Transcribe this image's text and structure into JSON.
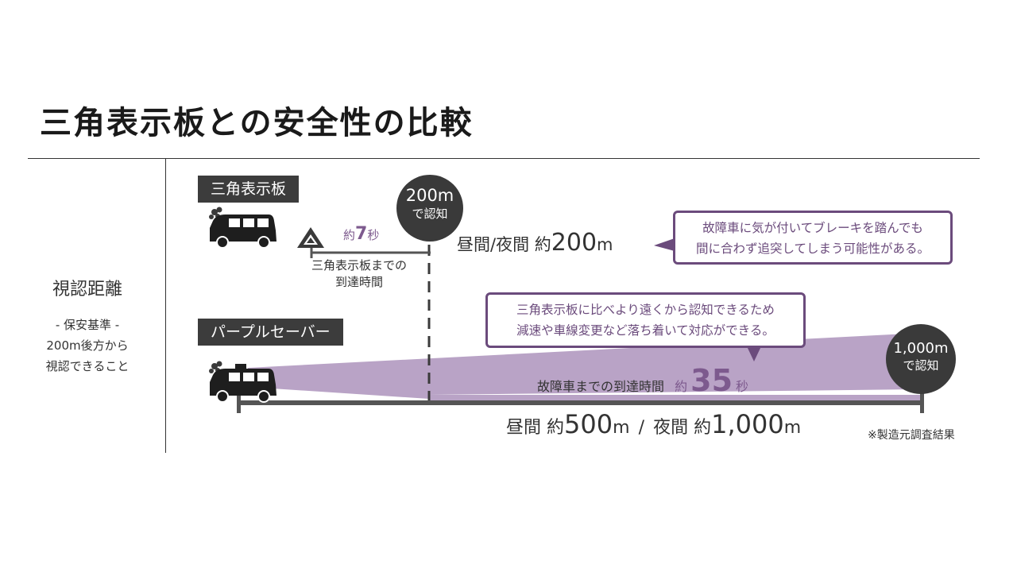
{
  "title": "三角表示板との安全性の比較",
  "side": {
    "heading": "視認距離",
    "sub_line1": "- 保安基準 -",
    "sub_line2": "200m後方から",
    "sub_line3": "視認できること"
  },
  "row1": {
    "tag": "三角表示板",
    "circle_line1": "200m",
    "circle_line2": "で認知",
    "time_prefix": "約",
    "time_value": "7",
    "time_unit": "秒",
    "reach_line1": "三角表示板までの",
    "reach_line2": "到達時間",
    "distance_label": "昼間/夜間 約",
    "distance_value": "200",
    "distance_unit": "m",
    "bubble_line1": "故障車に気が付いてブレーキを踏んでも",
    "bubble_line2": "間に合わず追突してしまう可能性がある。"
  },
  "row2": {
    "tag": "パープルセーバー",
    "bubble_line1": "三角表示板に比べより遠くから認知できるため",
    "bubble_line2": "減速や車線変更など落ち着いて対応ができる。",
    "circle_line1": "1,000m",
    "circle_line2": "で認知",
    "reach_label": "故障車までの到達時間",
    "time_prefix": "約",
    "time_value": "35",
    "time_unit": "秒",
    "day_label": "昼間 約",
    "day_value": "500",
    "day_unit": "m",
    "separator": "/",
    "night_label": "夜間 約",
    "night_value": "1,000",
    "night_unit": "m"
  },
  "footnote": "※製造元調査結果",
  "colors": {
    "dark": "#3a3a3a",
    "purple": "#6b4b7c",
    "beam": "#b9a3c6"
  }
}
